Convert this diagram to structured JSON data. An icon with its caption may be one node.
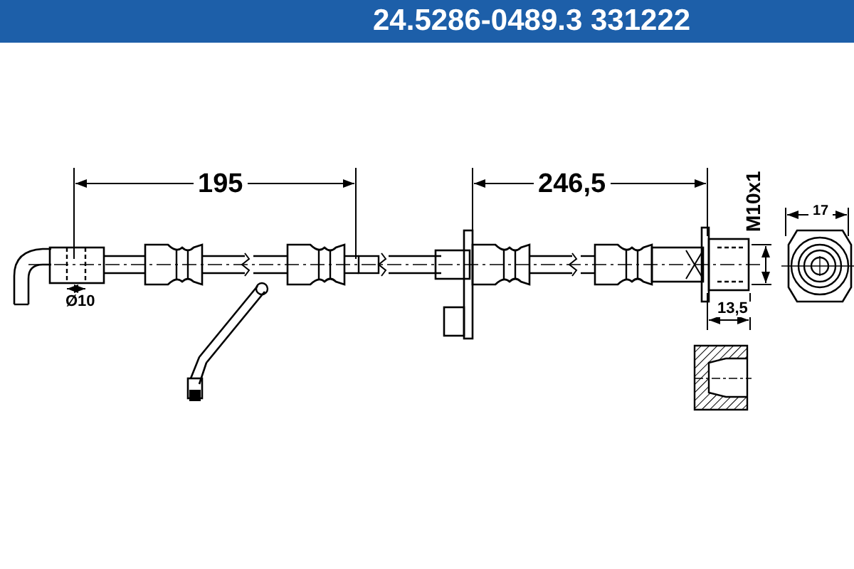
{
  "diagram": {
    "labels": [
      "24.5286-0489.3",
      "331222",
      "195",
      "246,5",
      "M10x1",
      "17",
      "Ø10",
      "13,5"
    ]
  }
}
